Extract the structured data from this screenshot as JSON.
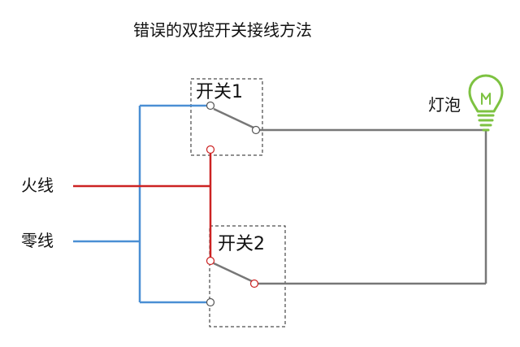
{
  "title": "错误的双控开关接线方法",
  "labels": {
    "switch1": "开关1",
    "switch2": "开关2",
    "live_wire": "火线",
    "neutral_wire": "零线",
    "bulb": "灯泡"
  },
  "colors": {
    "live": "#cc2222",
    "neutral": "#4a8fd4",
    "lamp_wire": "#777777",
    "bulb": "#7dc241",
    "box": "#222222"
  },
  "icons": [
    "light-bulb-icon"
  ]
}
